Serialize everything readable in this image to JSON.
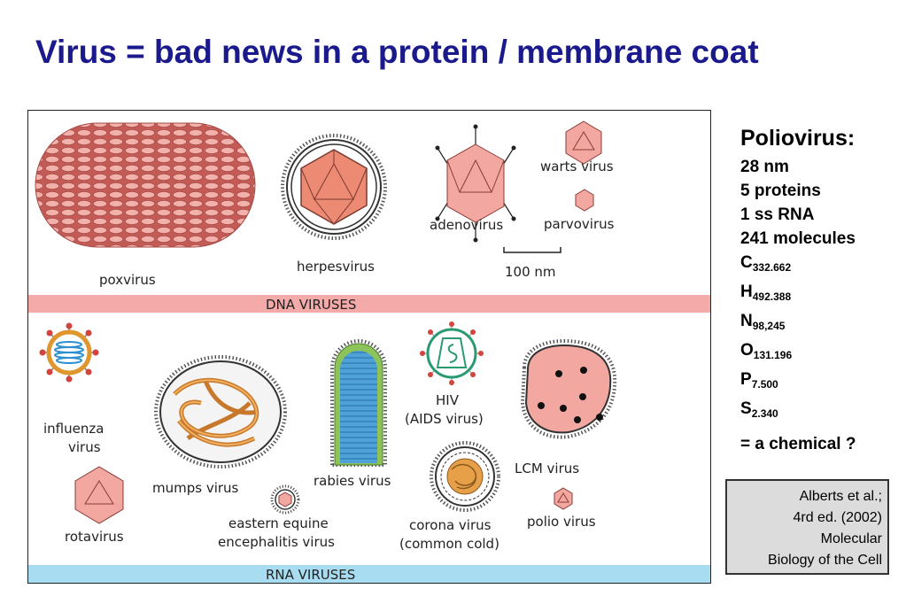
{
  "title": "Virus = bad news in a protein / membrane coat",
  "figure": {
    "dna_band": "DNA VIRUSES",
    "rna_band": "RNA VIRUSES",
    "scale_bar": "100 nm",
    "dna_viruses": {
      "poxvirus": "poxvirus",
      "herpesvirus": "herpesvirus",
      "adenovirus": "adenovirus",
      "warts": "warts virus",
      "parvovirus": "parvovirus"
    },
    "rna_viruses": {
      "influenza_1": "influenza",
      "influenza_2": "virus",
      "rotavirus": "rotavirus",
      "mumps": "mumps virus",
      "eee_1": "eastern equine",
      "eee_2": "encephalitis virus",
      "rabies": "rabies virus",
      "hiv_1": "HIV",
      "hiv_2": "(AIDS virus)",
      "corona_1": "corona virus",
      "corona_2": "(common cold)",
      "lcm": "LCM virus",
      "polio": "polio virus"
    }
  },
  "info": {
    "heading": "Poliovirus:",
    "lines": [
      "28 nm",
      "5 proteins",
      "1 ss RNA",
      "241 molecules"
    ],
    "elements": [
      {
        "sym": "C",
        "sub": "332.662"
      },
      {
        "sym": "H",
        "sub": "492.388"
      },
      {
        "sym": "N",
        "sub": "98,245"
      },
      {
        "sym": "O",
        "sub": "131.196"
      },
      {
        "sym": "P",
        "sub": "7.500"
      },
      {
        "sym": "S",
        "sub": "2.340"
      }
    ],
    "conclusion": "= a chemical ?"
  },
  "citation": {
    "line1": "Alberts et al.;",
    "line2": "4rd ed. (2002)",
    "line3": "Molecular",
    "line4": "Biology of the Cell"
  },
  "colors": {
    "title": "#1a1a8c",
    "dna_band": "#f4aaa8",
    "rna_band": "#a8dcf0",
    "capsid": "#f2a7a0",
    "nucleocapsid": "#e8943a"
  }
}
